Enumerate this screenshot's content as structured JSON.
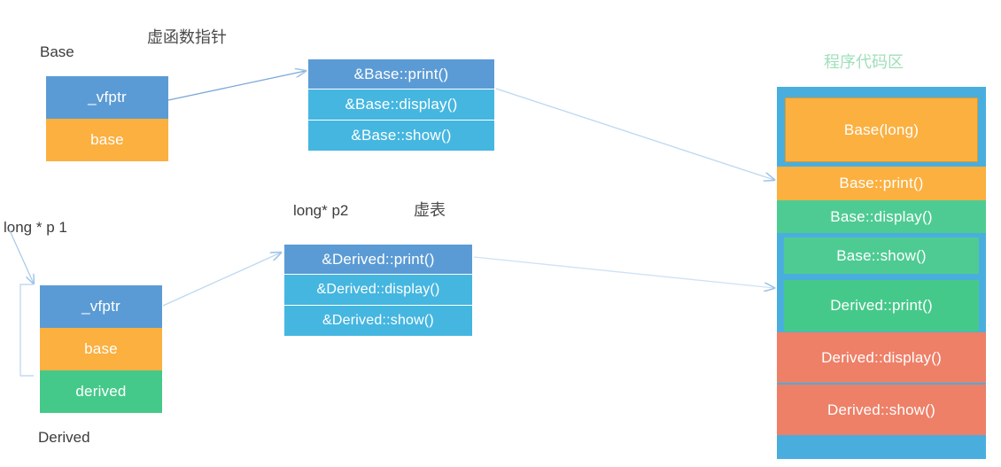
{
  "palette": {
    "blue_dark": "#5b9bd5",
    "blue_light": "#45b6e0",
    "blue_band": "#49aede",
    "orange": "#fbb council",
    "orange_fill": "#fbb040",
    "orange_soft": "#fcb64d",
    "green": "#45c98a",
    "green_soft": "#4ecb93",
    "salmon": "#ee8068",
    "title_green": "#9fdfb9",
    "arrow": "#9dc3e6",
    "text_dark": "#3c3c3c"
  },
  "labels": {
    "base_class": "Base",
    "vfptr_title": "虚函数指针",
    "vtable_title": "虚表",
    "long_p1": "long * p 1",
    "long_p2": "long* p2",
    "derived_class": "Derived",
    "code_region_title": "程序代码区"
  },
  "base_object": {
    "name": "Base",
    "rows": [
      {
        "label": "_vfptr",
        "color": "#5b9bd5"
      },
      {
        "label": "base",
        "color": "#fbb040"
      }
    ]
  },
  "derived_object": {
    "name": "Derived",
    "rows": [
      {
        "label": "_vfptr",
        "color": "#5b9bd5"
      },
      {
        "label": "base",
        "color": "#fbb040"
      },
      {
        "label": "derived",
        "color": "#45c98a"
      }
    ]
  },
  "base_vtable": {
    "title": "虚函数指针",
    "entries": [
      {
        "label": "&Base::print()",
        "color": "#5b9bd5"
      },
      {
        "label": "&Base::display()",
        "color": "#45b6e0"
      },
      {
        "label": "&Base::show()",
        "color": "#45b6e0"
      }
    ]
  },
  "derived_vtable": {
    "title": "虚表",
    "pointer_label": "long* p2",
    "entries": [
      {
        "label": "&Derived::print()",
        "color": "#5b9bd5"
      },
      {
        "label": "&Derived::display()",
        "color": "#45b6e0"
      },
      {
        "label": "&Derived::show()",
        "color": "#45b6e0"
      }
    ]
  },
  "code_region": {
    "title": "程序代码区",
    "entries": [
      {
        "label": "Base(long)",
        "color": "#fbb040",
        "inset": true
      },
      {
        "label": "Base::print()",
        "color": "#fbb040",
        "inset": false
      },
      {
        "label": "Base::display()",
        "color": "#4ecb93",
        "inset": false
      },
      {
        "label": "Base::show()",
        "color": "#4ecb93",
        "inset": true
      },
      {
        "label": "Derived::print()",
        "color": "#45c98a",
        "inset": true
      },
      {
        "label": "Derived::display()",
        "color": "#ee8068",
        "inset": false
      },
      {
        "label": "Derived::show()",
        "color": "#ee8068",
        "inset": false
      },
      {
        "label": "",
        "color": "#49aede",
        "inset": false
      }
    ]
  }
}
